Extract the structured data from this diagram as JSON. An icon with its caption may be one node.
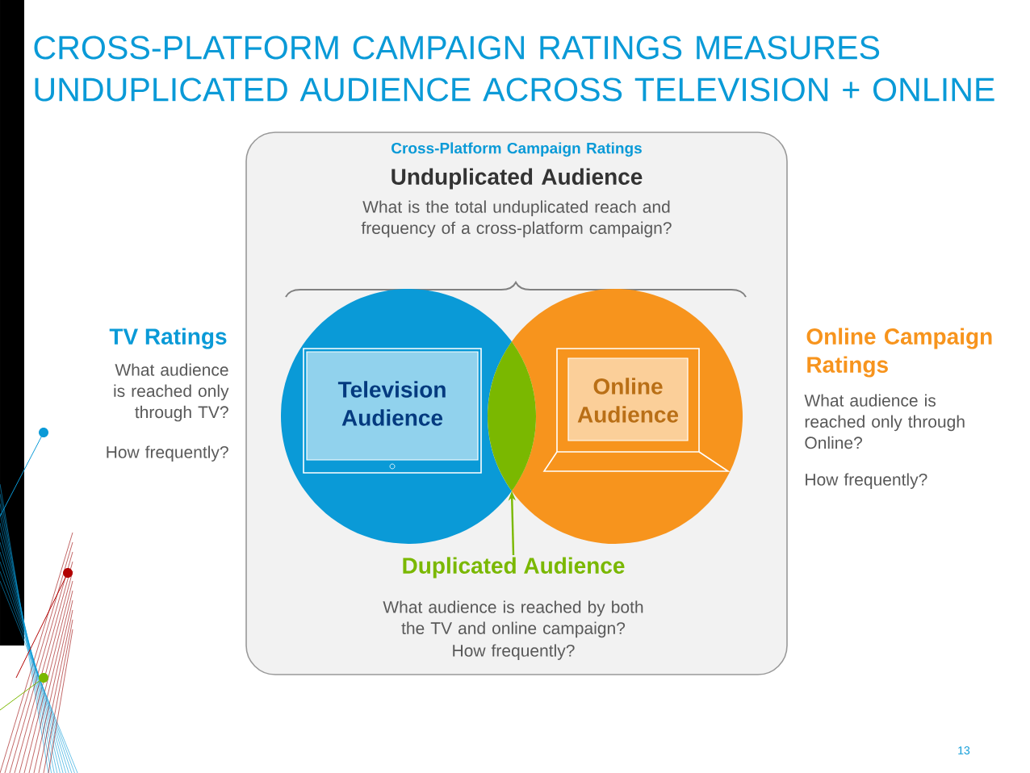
{
  "diagram": {
    "title": "CROSS-PLATFORM CAMPAIGN RATINGS MEASURES UNDUPLICATED AUDIENCE ACROSS TELEVISION + ONLINE",
    "nodes": [
      {
        "text": [
          "Cross-Platform Campaign Ratings",
          "Unduplicated Audience",
          "What is the total unduplicated reach and frequency of a cross-platform campaign?"
        ]
      },
      {
        "text": [
          "Television Audience"
        ],
        "in": 0
      },
      {
        "text": [
          "Online Audience"
        ],
        "in": 0
      },
      {
        "text": [],
        "shape": "lens",
        "in": 0
      },
      {
        "text": [
          "Duplicated Audience",
          "What audience is reached by both the TV and online campaign?",
          "How frequently?"
        ],
        "in": 0
      },
      {
        "text": [
          "TV Ratings",
          "What audience is reached only through TV?",
          "How frequently?"
        ]
      },
      {
        "text": [
          "Online Campaign Ratings",
          "What audience is reached only through Online?",
          "How frequently?"
        ]
      }
    ],
    "edges": [
      {
        "from": 4,
        "to": 3,
        "arrow": "to"
      }
    ],
    "labels": [
      "13"
    ]
  }
}
